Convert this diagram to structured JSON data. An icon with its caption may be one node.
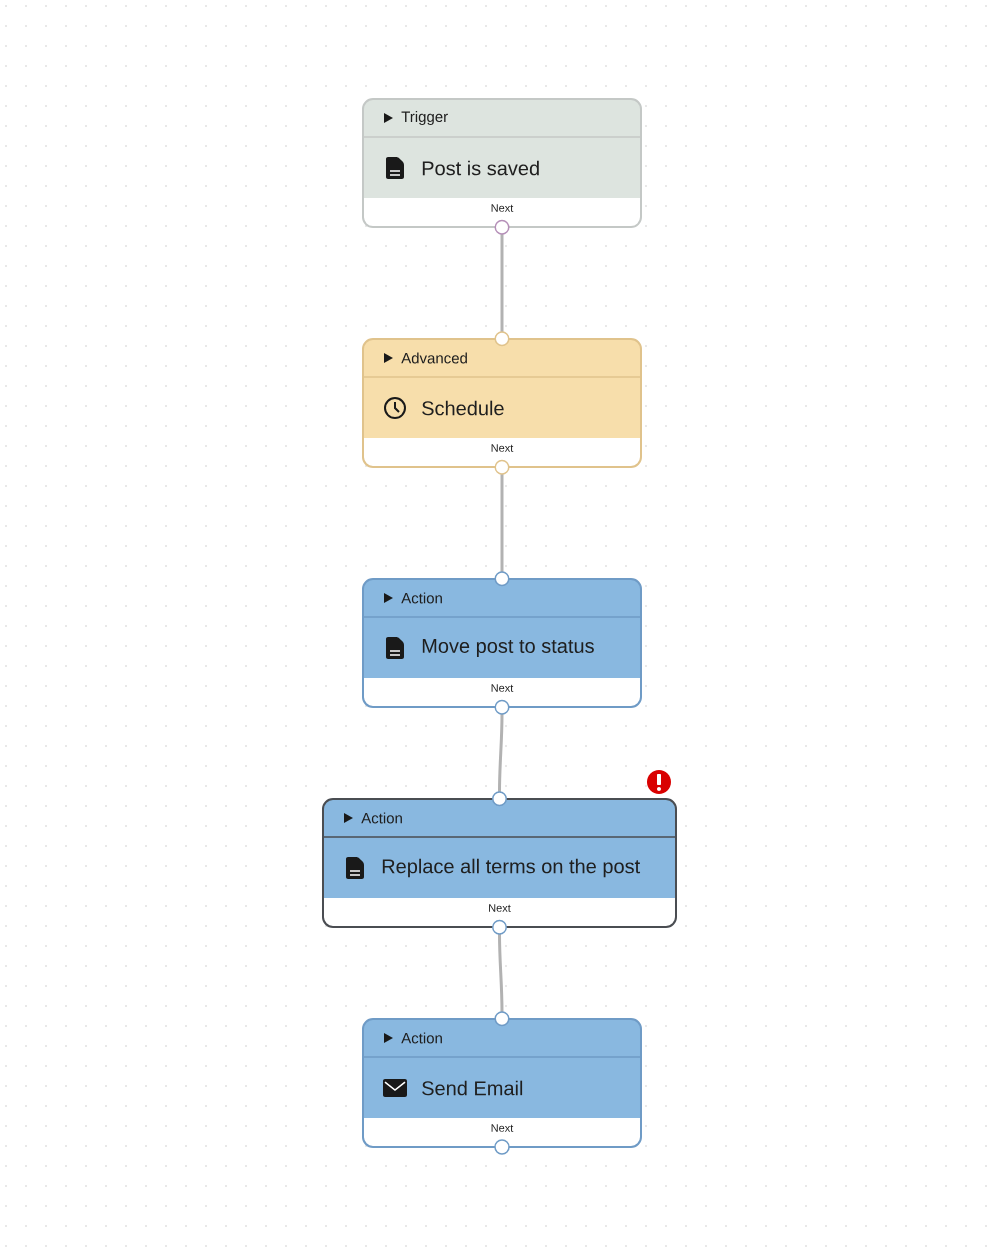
{
  "diagram": {
    "nodes": [
      {
        "text": [
          "Trigger",
          "Post is saved",
          "Next"
        ]
      },
      {
        "text": [
          "Advanced",
          "Schedule",
          "Next"
        ]
      },
      {
        "text": [
          "Action",
          "Move post to status",
          "Next"
        ]
      },
      {
        "text": [
          "Action",
          "Replace all terms on the post",
          "Next"
        ]
      },
      {
        "text": [
          "Action",
          "Send Email",
          "Next"
        ]
      }
    ],
    "edges": [
      {
        "from": 0,
        "to": 1,
        "arrow": "other"
      },
      {
        "from": 1,
        "to": 2,
        "arrow": "other"
      },
      {
        "from": 2,
        "to": 3,
        "arrow": "other"
      },
      {
        "from": 3,
        "to": 4,
        "arrow": "other"
      }
    ]
  }
}
